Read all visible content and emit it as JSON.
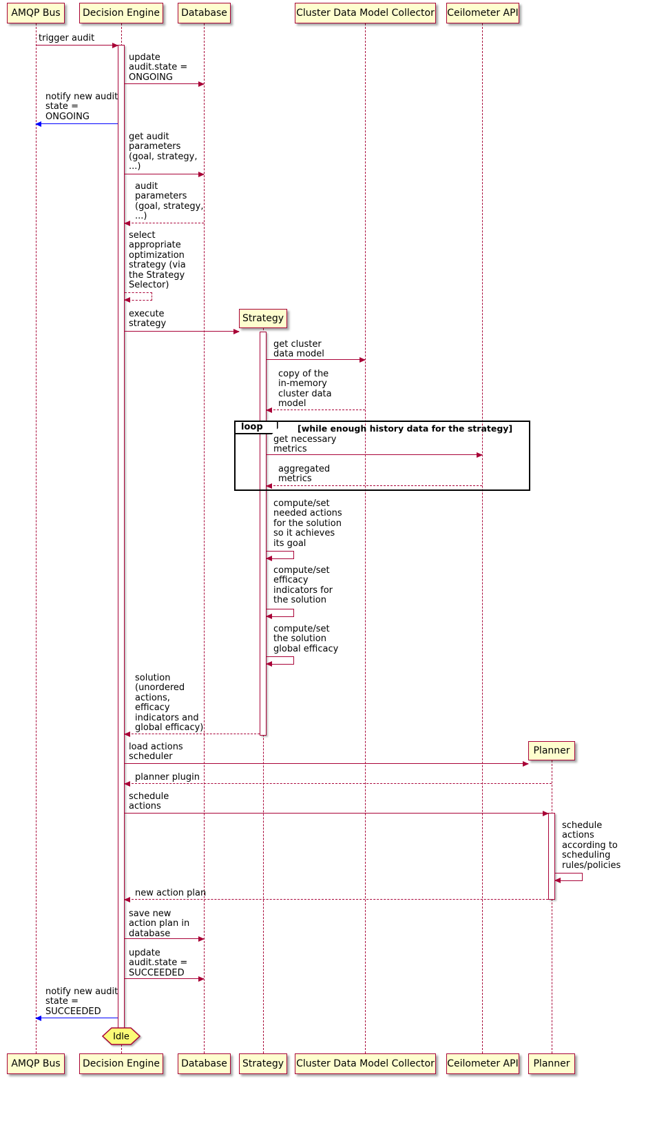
{
  "colors": {
    "participant_fill": "#FEFECE",
    "participant_border": "#A80036",
    "activation_fill": "#FFFFFF",
    "lifeline": "#A80036",
    "message_arrow": "#A80036",
    "notify_arrow": "#0000FF",
    "frame_border": "#000000",
    "end_state_fill": "#FBFB77"
  },
  "participants": {
    "amqp_bus": "AMQP Bus",
    "decision_engine": "Decision Engine",
    "database": "Database",
    "strategy": "Strategy",
    "cluster_data_model_collector": "Cluster Data Model Collector",
    "ceilometer_api": "Ceilometer API",
    "planner": "Planner"
  },
  "loop_frame": {
    "keyword": "loop",
    "condition": "[while enough history data for the strategy]"
  },
  "end_state": {
    "label": "Idle"
  },
  "messages": {
    "trigger_audit": "trigger audit",
    "update_state_ongoing": "update\naudit.state =\nONGOING",
    "notify_state_ongoing": "notify new audit\nstate =\nONGOING",
    "get_audit_parameters": "get audit\nparameters\n(goal, strategy,\n...)",
    "audit_parameters_return": "audit\nparameters\n(goal, strategy,\n...)",
    "select_strategy": "select\nappropriate\noptimization\nstrategy (via\nthe Strategy\nSelector)",
    "execute_strategy": "execute\nstrategy",
    "get_cluster_data_model": "get cluster\ndata model",
    "cluster_data_model_return": "copy of the\nin-memory\ncluster data\nmodel",
    "get_necessary_metrics": "get necessary\nmetrics",
    "aggregated_metrics_return": "aggregated\nmetrics",
    "compute_needed_actions": "compute/set\nneeded actions\nfor the solution\nso it achieves\nits goal",
    "compute_efficacy_indicators": "compute/set\nefficacy\nindicators for\nthe solution",
    "compute_global_efficacy": "compute/set\nthe solution\nglobal efficacy",
    "solution_return": "solution\n(unordered\nactions,\nefficacy\nindicators and\nglobal efficacy)",
    "load_actions_scheduler": "load actions\nscheduler",
    "planner_plugin_return": "planner plugin",
    "schedule_actions": "schedule\nactions",
    "schedule_according_rules": "schedule\nactions\naccording to\nscheduling\nrules/policies",
    "new_action_plan_return": "new action plan",
    "save_action_plan": "save new\naction plan in\ndatabase",
    "update_state_succeeded": "update\naudit.state =\nSUCCEEDED",
    "notify_state_succeeded": "notify new audit\nstate =\nSUCCEEDED"
  }
}
